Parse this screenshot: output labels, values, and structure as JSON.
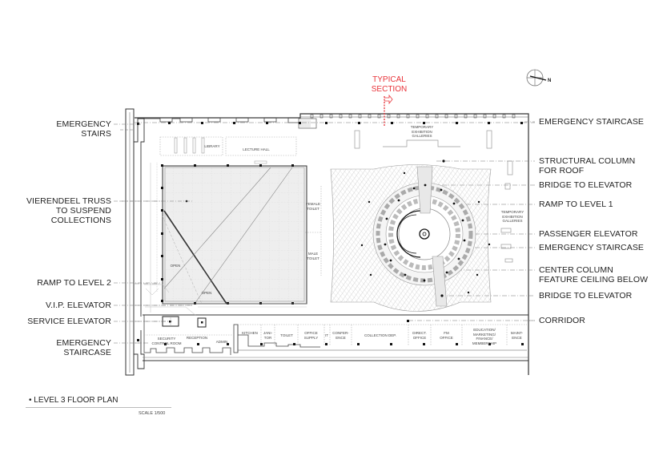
{
  "drawing": {
    "title": "LEVEL 3  FLOOR PLAN",
    "title_bullet": "•",
    "scale": "SCALE 1/500",
    "section_marker": {
      "line1": "TYPICAL",
      "line2": "SECTION",
      "color": "#e8343a"
    },
    "north_arrow": {
      "label": "N"
    }
  },
  "callouts_left": [
    {
      "line1": "EMERGENCY",
      "line2": "STAIRS"
    },
    {
      "line1": "VIERENDEEL TRUSS",
      "line2": "TO SUSPEND",
      "line3": "COLLECTIONS"
    },
    {
      "line1": "RAMP TO LEVEL 2"
    },
    {
      "line1": "V.I.P. ELEVATOR"
    },
    {
      "line1": "SERVICE ELEVATOR"
    },
    {
      "line1": "EMERGENCY",
      "line2": "STAIRCASE"
    }
  ],
  "callouts_right": [
    {
      "line1": "EMERGENCY STAIRCASE"
    },
    {
      "line1": "STRUCTURAL COLUMN",
      "line2": "FOR ROOF"
    },
    {
      "line1": "BRIDGE TO ELEVATOR"
    },
    {
      "line1": "RAMP TO LEVEL 1"
    },
    {
      "line1": "PASSENGER ELEVATOR"
    },
    {
      "line1": "EMERGENCY STAIRCASE"
    },
    {
      "line1": "CENTER COLUMN",
      "line2": "FEATURE CEILING BELOW"
    },
    {
      "line1": "BRIDGE TO ELEVATOR"
    },
    {
      "line1": "CORRIDOR"
    }
  ],
  "rooms": {
    "library": "LIBRARY",
    "lecture_hall": "LECTURE HALL",
    "temp_gallery_top": "TEMPORARY\nEXHIBITION\nGALLERIES",
    "temp_gallery_right": "TEMPORARY\nEXHIBITION\nGALLERIES",
    "female_toilet": "FEMALE\nTOILET",
    "male_toilet": "MALE\nTOILET",
    "open_1": "OPEN",
    "open_2": "OPEN",
    "security": "SECURITY\nCONTROL ROOM",
    "reception": "RECEPTION",
    "admin": "ADMIN",
    "kitchen": "KITCHEN",
    "janitor": "JANI-\nTOR",
    "toilet": "TOILET",
    "office_supply": "OFFICE\nSUPPLY",
    "it": "IT",
    "conference": "CONFER-\nENCE",
    "collection_dep": "COLLECTION DEP.",
    "direct_office": "DIRECT.\nOFFICE",
    "fm_office": "FM\nOFFICE",
    "education": "EDUCATION/\nMARKETING/\nFINANCE/\nMEMBERSHIP",
    "maintenance": "MAINT-\nENCE"
  }
}
